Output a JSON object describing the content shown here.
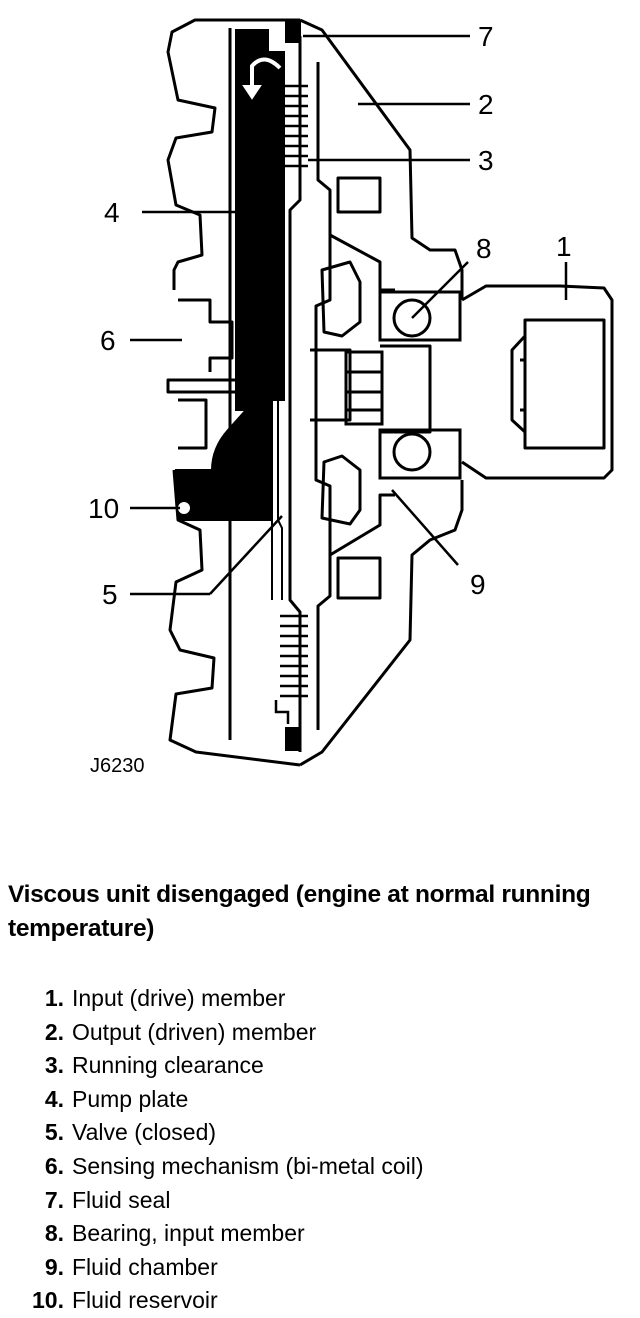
{
  "figure": {
    "reference": "J6230",
    "callouts": [
      "1",
      "2",
      "3",
      "4",
      "5",
      "6",
      "7",
      "8",
      "9",
      "10"
    ]
  },
  "caption": "Viscous unit disengaged (engine at normal running temperature)",
  "legend": [
    {
      "num": "1.",
      "text": "Input (drive) member"
    },
    {
      "num": "2.",
      "text": "Output (driven) member"
    },
    {
      "num": "3.",
      "text": "Running clearance"
    },
    {
      "num": "4.",
      "text": "Pump plate"
    },
    {
      "num": "5.",
      "text": "Valve (closed)"
    },
    {
      "num": "6.",
      "text": "Sensing mechanism (bi-metal coil)"
    },
    {
      "num": "7.",
      "text": "Fluid seal"
    },
    {
      "num": "8.",
      "text": "Bearing, input member"
    },
    {
      "num": "9.",
      "text": "Fluid chamber"
    },
    {
      "num": "10.",
      "text": "Fluid reservoir"
    }
  ]
}
